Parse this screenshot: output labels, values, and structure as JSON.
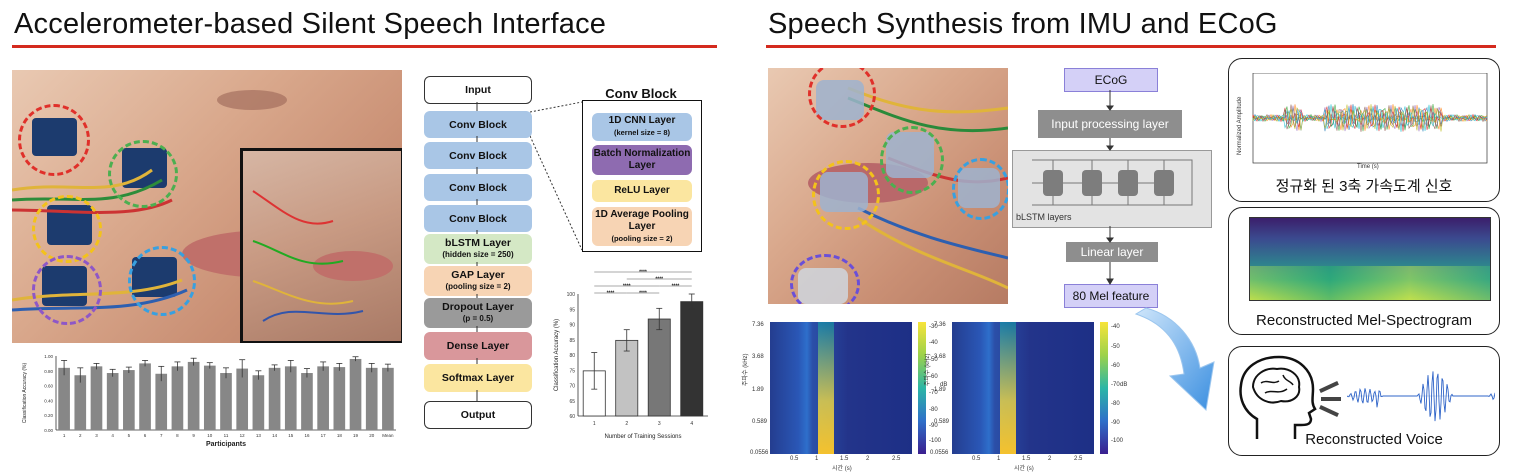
{
  "left": {
    "title": "Accelerometer-based Silent Speech Interface",
    "flow": {
      "input": "Input",
      "conv1": "Conv Block",
      "conv2": "Conv Block",
      "conv3": "Conv Block",
      "conv4": "Conv Block",
      "blstm": "bLSTM Layer",
      "blstm_sub": "(hidden size = 250)",
      "gap": "GAP Layer",
      "gap_sub": "(pooling size = 2)",
      "dropout": "Dropout Layer",
      "dropout_sub": "(p = 0.5)",
      "dense": "Dense Layer",
      "softmax": "Softmax Layer",
      "output": "Output"
    },
    "conv_block": {
      "title": "Conv Block",
      "cnn": "1D CNN Layer",
      "cnn_sub": "(kernel size = 8)",
      "bn": "Batch Normalization Layer",
      "relu": "ReLU Layer",
      "pool": "1D Average Pooling Layer",
      "pool_sub": "(pooling size = 2)"
    },
    "colors": {
      "conv": "#a9c6e6",
      "blstm": "#d4e8c5",
      "gap": "#f7d4b4",
      "dropout": "#9a9a9a",
      "dense": "#d9979b",
      "softmax": "#fbe6a0",
      "bn": "#8e6bb0",
      "accent_red": "#d42a1e"
    }
  },
  "right": {
    "title": "Speech Synthesis from IMU and ECoG",
    "pipeline": {
      "ecog": "ECoG",
      "input_proc": "Input processing layer",
      "blstm": "bLSTM layers",
      "linear": "Linear layer",
      "mel": "80 Mel feature"
    },
    "panels": {
      "accel_caption": "정규화 된 3축 가속도계 신호",
      "mel_caption": "Reconstructed Mel-Spectrogram",
      "voice_caption": "Reconstructed Voice",
      "accel_xlabel": "Time (s)",
      "accel_ylabel": "Normalized Amplitude"
    },
    "spectrogram": {
      "yticks": [
        "7.36",
        "3.68",
        "1.89",
        "0.589",
        "0.0556"
      ],
      "xticks": [
        "0.5",
        "1",
        "1.5",
        "2",
        "2.5"
      ],
      "xlabel": "시간 (s)",
      "ylabel": "주파수 (kHz)",
      "cbar_ticks": [
        "-30",
        "-40",
        "-50",
        "-60",
        "-70",
        "-80",
        "-90",
        "-100"
      ],
      "cbar_ticks2": [
        "-40",
        "-50",
        "-60",
        "-70",
        "-80",
        "-90",
        "-100"
      ],
      "cbar_label": "dB"
    }
  },
  "chart_data": [
    {
      "type": "bar",
      "xlabel": "Participants",
      "ylabel": "Classification Accuracy (%)",
      "categories": [
        "1",
        "2",
        "3",
        "4",
        "5",
        "6",
        "7",
        "8",
        "9",
        "10",
        "11",
        "12",
        "13",
        "14",
        "15",
        "16",
        "17",
        "18",
        "19",
        "20",
        "Mean"
      ],
      "yticks": [
        "0.00",
        "0.20",
        "0.40",
        "0.60",
        "0.80",
        "1.00"
      ],
      "values": [
        0.84,
        0.74,
        0.86,
        0.77,
        0.81,
        0.9,
        0.76,
        0.86,
        0.92,
        0.87,
        0.77,
        0.83,
        0.74,
        0.84,
        0.86,
        0.77,
        0.86,
        0.85,
        0.96,
        0.84,
        0.84
      ],
      "errors": [
        0.1,
        0.1,
        0.04,
        0.05,
        0.04,
        0.04,
        0.1,
        0.06,
        0.05,
        0.04,
        0.07,
        0.12,
        0.06,
        0.04,
        0.08,
        0.06,
        0.06,
        0.05,
        0.03,
        0.06,
        0.05
      ],
      "ylim": [
        0,
        1.0
      ]
    },
    {
      "type": "bar",
      "xlabel": "Number of Training Sessions",
      "ylabel": "Classification Accuracy (%)",
      "categories": [
        "1",
        "2",
        "3",
        "4"
      ],
      "yticks": [
        "60",
        "65",
        "70",
        "75",
        "80",
        "85",
        "90",
        "95",
        "100"
      ],
      "values": [
        74.8,
        84.8,
        91.8,
        97.5
      ],
      "errors": [
        6.0,
        3.5,
        3.5,
        2.5
      ],
      "colors": [
        "#ffffff",
        "#c2c2c2",
        "#777777",
        "#333333"
      ],
      "significance": "****",
      "ylim": [
        60,
        100
      ]
    }
  ]
}
